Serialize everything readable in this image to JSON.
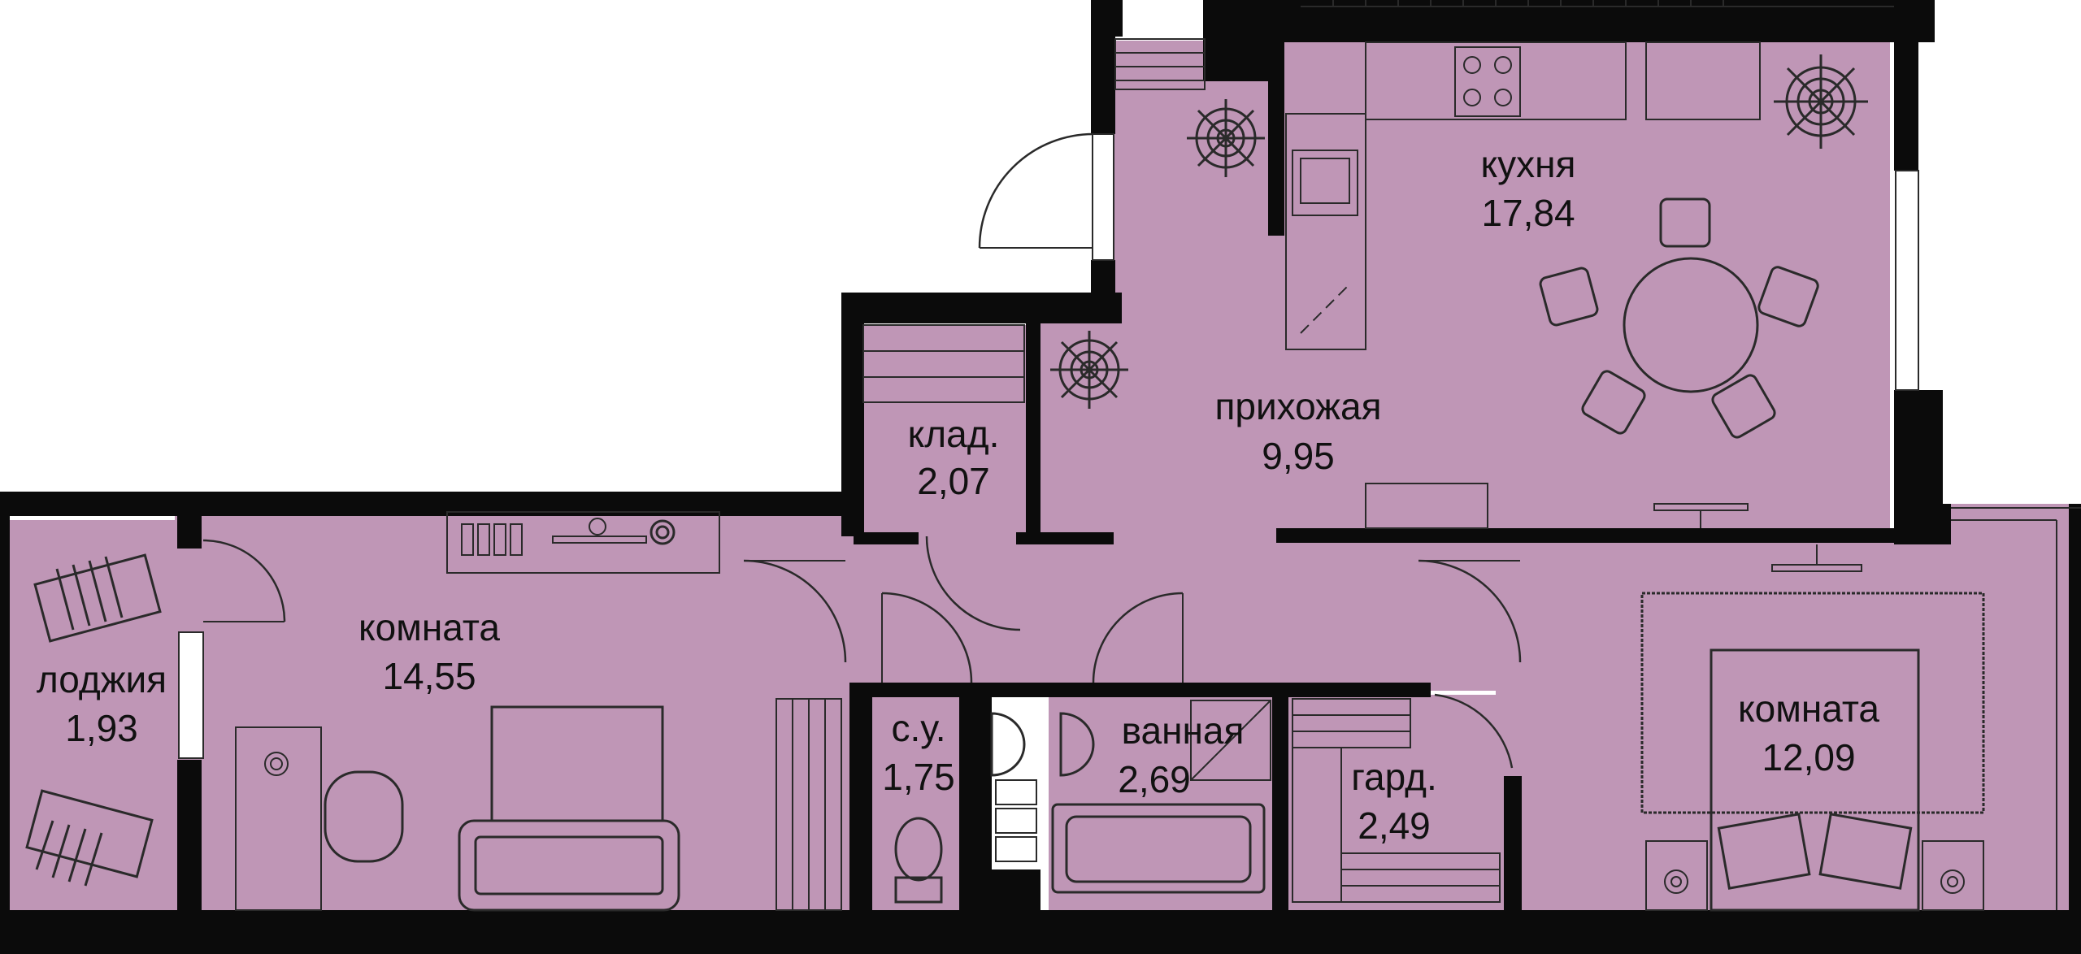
{
  "colors": {
    "floor": "#bf96b6",
    "wall": "#0b0b0b",
    "line": "#2a2a2a",
    "background": "#ffffff"
  },
  "rooms": {
    "kitchen": {
      "name": "кухня",
      "area": "17,84"
    },
    "hallway": {
      "name": "прихожая",
      "area": "9,95"
    },
    "storage": {
      "name": "клад.",
      "area": "2,07"
    },
    "room1": {
      "name": "комната",
      "area": "14,55"
    },
    "loggia": {
      "name": "лоджия",
      "area": "1,93"
    },
    "wc": {
      "name": "с.у.",
      "area": "1,75"
    },
    "bathroom": {
      "name": "ванная",
      "area": "2,69"
    },
    "wardrobe": {
      "name": "гард.",
      "area": "2,49"
    },
    "room2": {
      "name": "комната",
      "area": "12,09"
    }
  },
  "icons": [
    "plant-icon",
    "stove-icon",
    "sink-icon",
    "toilet-icon",
    "bathtub-icon",
    "chair-icon",
    "lounger-icon",
    "bed-icon",
    "sofa-icon",
    "armchair-icon",
    "tv-icon"
  ]
}
